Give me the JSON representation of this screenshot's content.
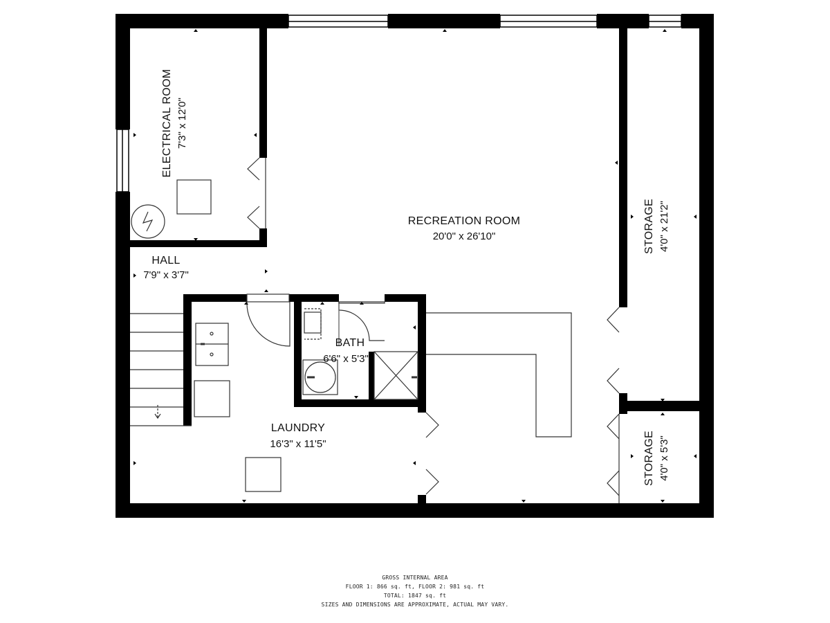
{
  "rooms": {
    "electrical": {
      "name": "ELECTRICAL ROOM",
      "dims": "7'3\" x 12'0\""
    },
    "recreation": {
      "name": "RECREATION ROOM",
      "dims": "20'0\" x 26'10\""
    },
    "storage_top": {
      "name": "STORAGE",
      "dims": "4'0\" x 21'2\""
    },
    "storage_bottom": {
      "name": "STORAGE",
      "dims": "4'0\" x 5'3\""
    },
    "hall": {
      "name": "HALL",
      "dims": "7'9\" x 3'7\""
    },
    "bath": {
      "name": "BATH",
      "dims": "6'6\" x 5'3\""
    },
    "laundry": {
      "name": "LAUNDRY",
      "dims": "16'3\" x 11'5\""
    }
  },
  "footer": {
    "line1": "GROSS INTERNAL AREA",
    "line2": "FLOOR 1: 866 sq. ft, FLOOR 2: 981 sq. ft",
    "line3": "TOTAL: 1847 sq. ft",
    "line4": "SIZES AND DIMENSIONS ARE APPROXIMATE, ACTUAL MAY VARY."
  },
  "colors": {
    "wall": "#000000",
    "background": "#ffffff",
    "fixture": "#333333"
  }
}
